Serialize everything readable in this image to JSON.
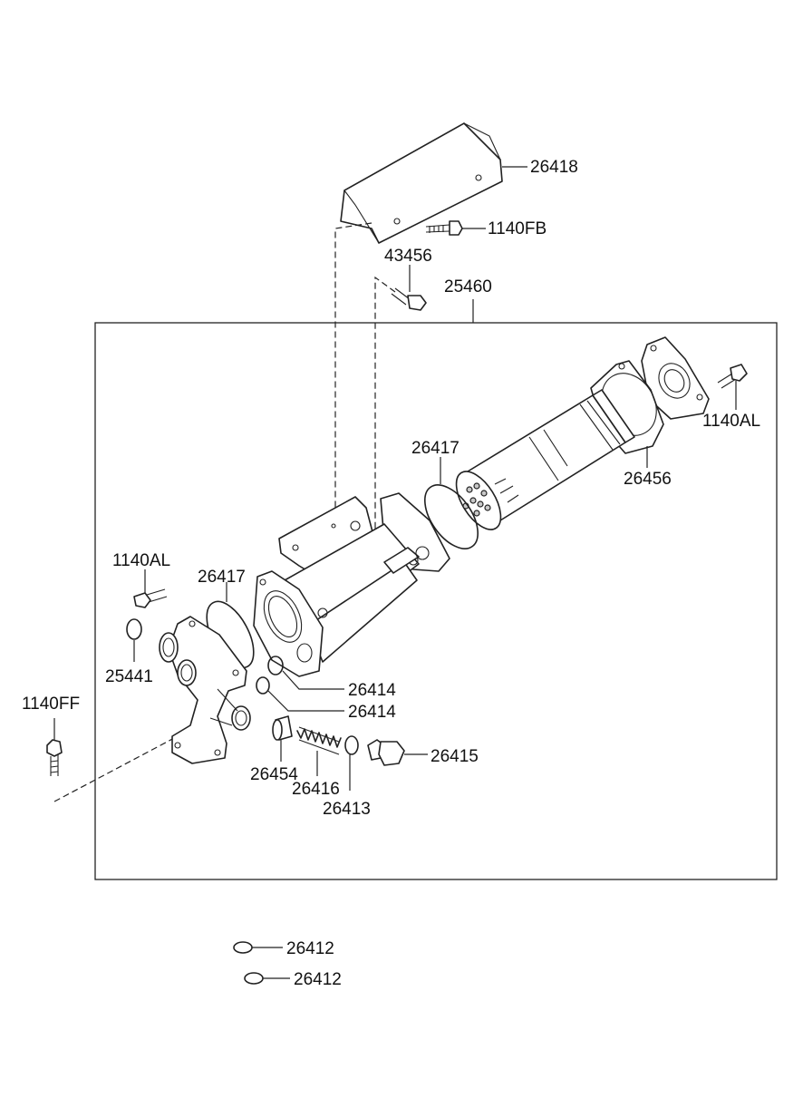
{
  "diagram": {
    "assembly_label": "25460",
    "labels": {
      "heat_shield": "26418",
      "bolt_1140fb": "1140FB",
      "stud_43456": "43456",
      "bolt_1140al_right": "1140AL",
      "gasket_26456": "26456",
      "oring_26417_upper": "26417",
      "bolt_1140al_left": "1140AL",
      "oring_26417_lower": "26417",
      "oring_25441": "25441",
      "bolt_1140ff": "1140FF",
      "oring_26414_a": "26414",
      "oring_26414_b": "26414",
      "plug_26415": "26415",
      "bushing_26454": "26454",
      "spring_26416": "26416",
      "oring_26413": "26413",
      "oring_26412_a": "26412",
      "oring_26412_b": "26412"
    }
  }
}
